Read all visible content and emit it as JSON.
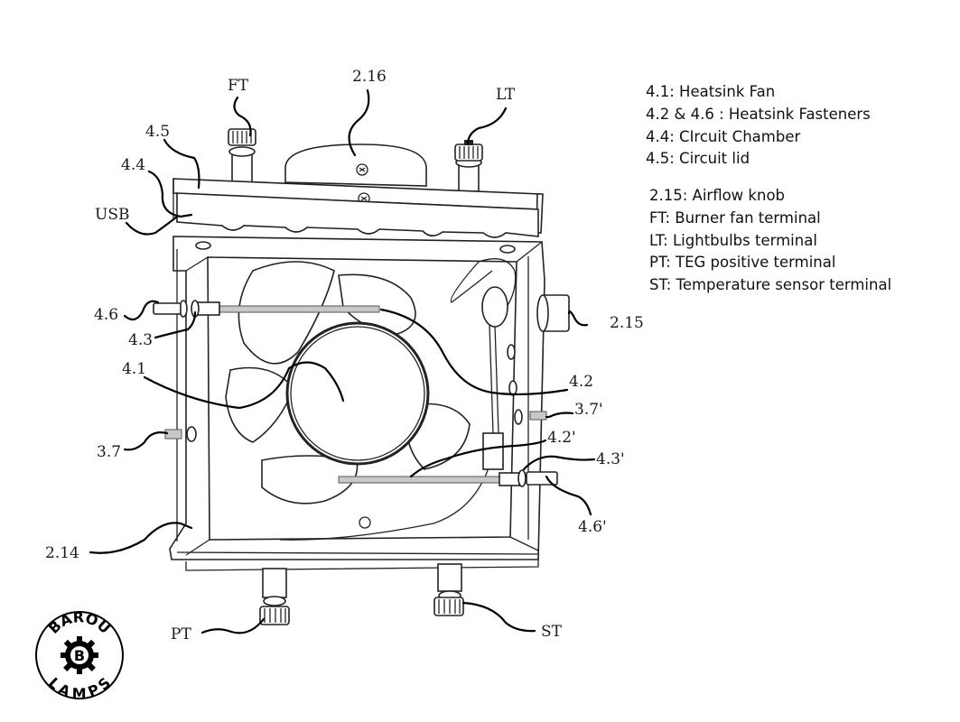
{
  "diagram": {
    "callouts": {
      "ft": "FT",
      "c216": "2.16",
      "lt": "LT",
      "c45": "4.5",
      "c44": "4.4",
      "usb": "USB",
      "c46": "4.6",
      "c43": "4.3",
      "c41": "4.1",
      "c37": "3.7",
      "c214": "2.14",
      "pt": "PT",
      "st": "ST",
      "c215": "2.15",
      "c42": "4.2",
      "c37p": "3.7'",
      "c42p": "4.2'",
      "c43p": "4.3'",
      "c46p": "4.6'"
    }
  },
  "legend": {
    "group1": [
      "4.1: Heatsink Fan",
      "4.2 & 4.6 : Heatsink Fasteners",
      "4.4: CIrcuit Chamber",
      "4.5: Circuit lid"
    ],
    "group2": [
      "2.15: Airflow knob",
      "FT: Burner fan terminal",
      "LT: Lightbulbs terminal",
      "PT: TEG positive terminal",
      "ST: Temperature sensor terminal"
    ]
  },
  "logo": {
    "top_text": "BAROU",
    "center_letter": "B",
    "bottom_text": "LAMPS"
  }
}
